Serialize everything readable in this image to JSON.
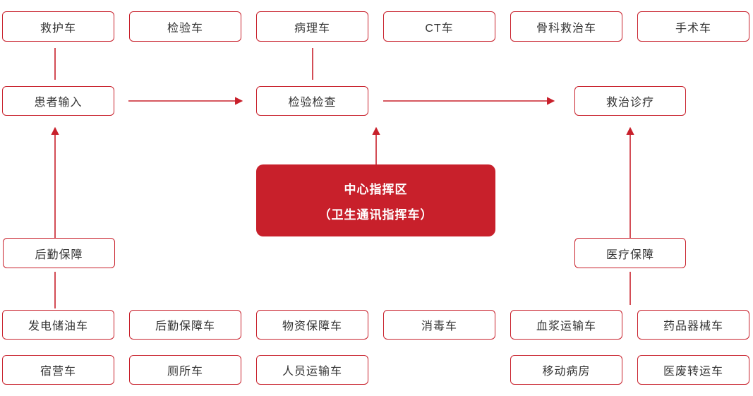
{
  "diagram": {
    "colors": {
      "accent": "#C8202B",
      "text": "#333333",
      "background": "#FFFFFF",
      "center_box_fill": "#C8202B",
      "center_box_text": "#FFFFFF"
    },
    "top_row": [
      "救护车",
      "检验车",
      "病理车",
      "CT车",
      "骨科救治车",
      "手术车"
    ],
    "flow": {
      "patient_input": "患者输入",
      "exam_check": "检验检查",
      "treatment": "救治诊疗"
    },
    "center": {
      "line1": "中心指挥区",
      "line2": "（卫生通讯指挥车）"
    },
    "support": {
      "logistics": "后勤保障",
      "medical": "医疗保障"
    },
    "bottom_row_1": [
      "发电储油车",
      "后勤保障车",
      "物资保障车",
      "消毒车",
      "血浆运输车",
      "药品器械车"
    ],
    "bottom_row_2": [
      "宿营车",
      "厕所车",
      "人员运输车",
      "移动病房",
      "医废转运车"
    ]
  }
}
